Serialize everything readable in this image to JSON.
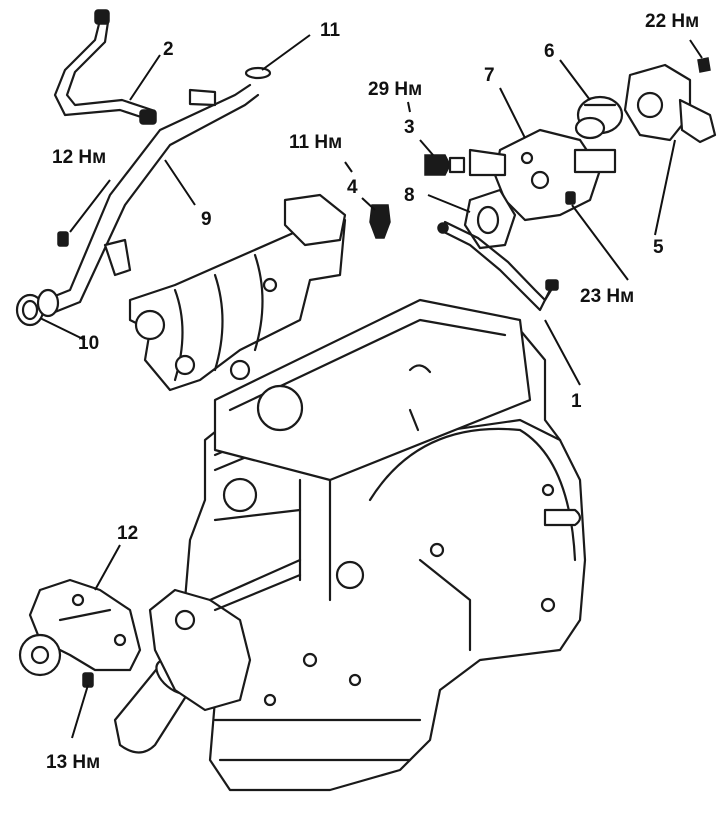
{
  "callouts": {
    "label_1": "1",
    "label_2": "2",
    "label_3": "3",
    "label_4": "4",
    "label_5": "5",
    "label_6": "6",
    "label_7": "7",
    "label_8": "8",
    "label_9": "9",
    "label_10": "10",
    "label_11": "11",
    "label_12": "12",
    "torque_22": "22 Нм",
    "torque_29": "29 Нм",
    "torque_11": "11 Нм",
    "torque_12": "12 Нм",
    "torque_23": "23 Нм",
    "torque_13": "13 Нм"
  },
  "colors": {
    "ink": "#1a1a1a",
    "background": "#ffffff"
  }
}
